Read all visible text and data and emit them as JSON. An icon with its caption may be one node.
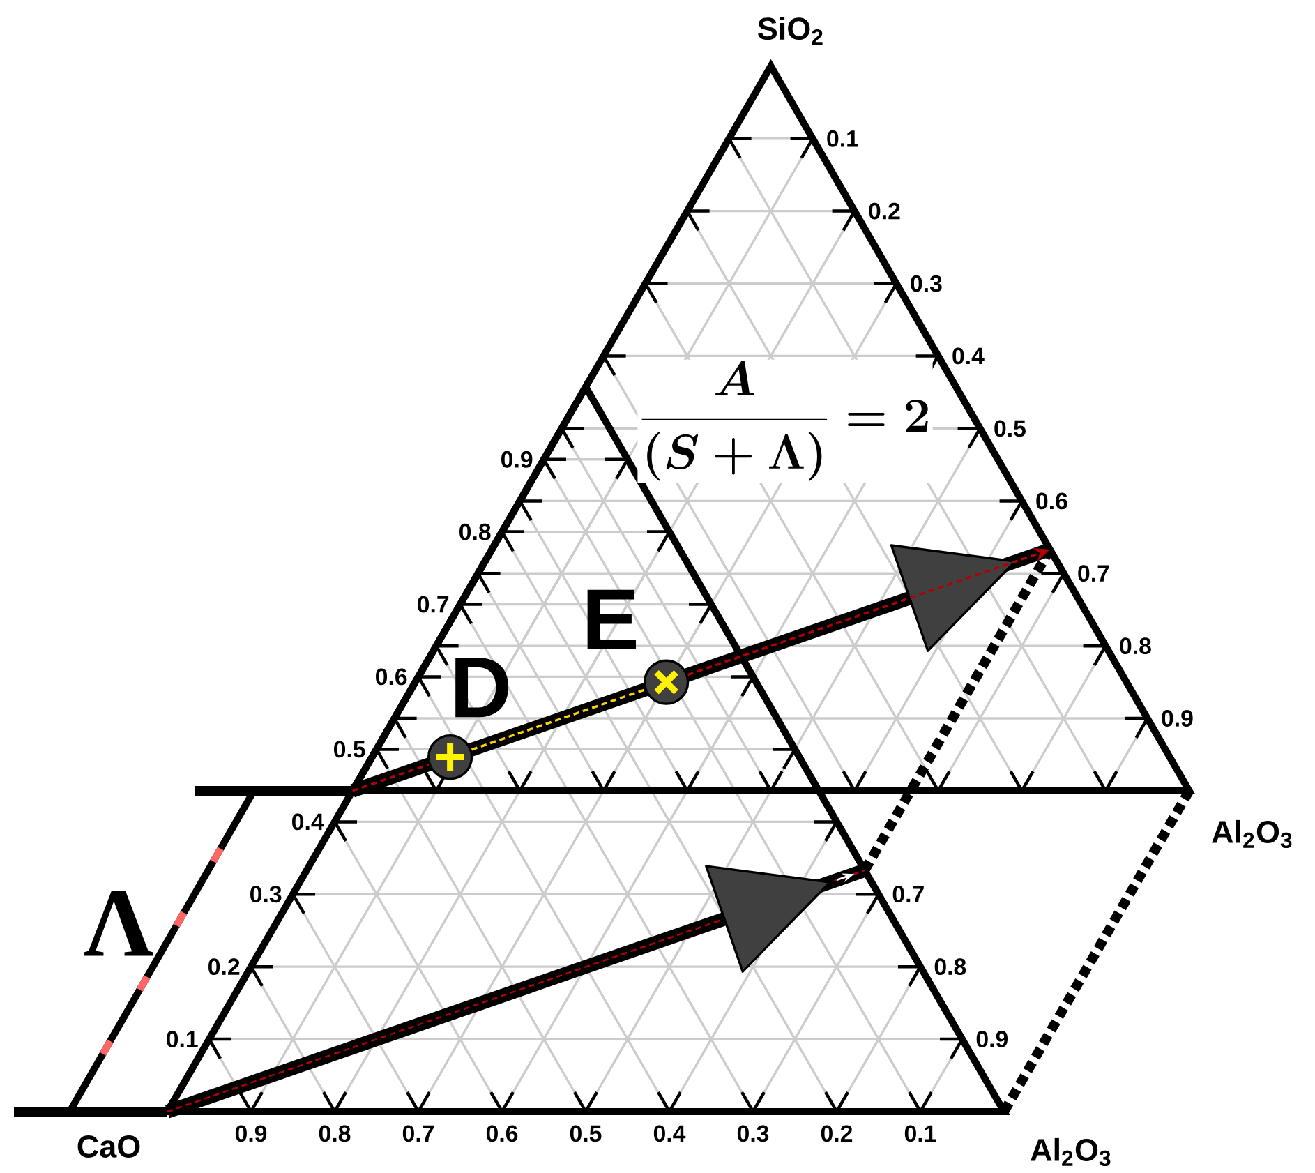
{
  "diagram": {
    "nodes": [
      {
        "text": [],
        "shape": "circle",
        "beside": [
          "D"
        ]
      },
      {
        "text": [],
        "shape": "circle",
        "beside": [
          "E"
        ]
      }
    ],
    "edges": [
      {
        "from": null,
        "to": 0,
        "arrow": "none",
        "style": "dashed"
      },
      {
        "from": 0,
        "to": 1,
        "arrow": "none",
        "style": "dashed",
        "color": "#fcd205"
      },
      {
        "from": 1,
        "to": null,
        "arrow": "to",
        "style": "dashed"
      }
    ],
    "labels": [
      "SiO$_{2}$",
      "0.1",
      "0.2",
      "0.3",
      "0.4",
      "0.5",
      "0.6",
      "0.7",
      "0.8",
      "0.9",
      "\\frac{A}{(S+\\Lambda)}=2",
      "0.9",
      "0.8",
      "0.7",
      "0.6",
      "0.5",
      "Al$_{2}$O$_{3}$",
      "0.4",
      "0.3",
      "0.2",
      "0.1",
      "Λ",
      "0.7",
      "0.8",
      "0.9",
      "CaO",
      "0.9",
      "0.8",
      "0.7",
      "0.6",
      "0.5",
      "0.4",
      "0.3",
      "0.2",
      "0.1",
      "Al$_{2}$O$_{3}$"
    ]
  }
}
